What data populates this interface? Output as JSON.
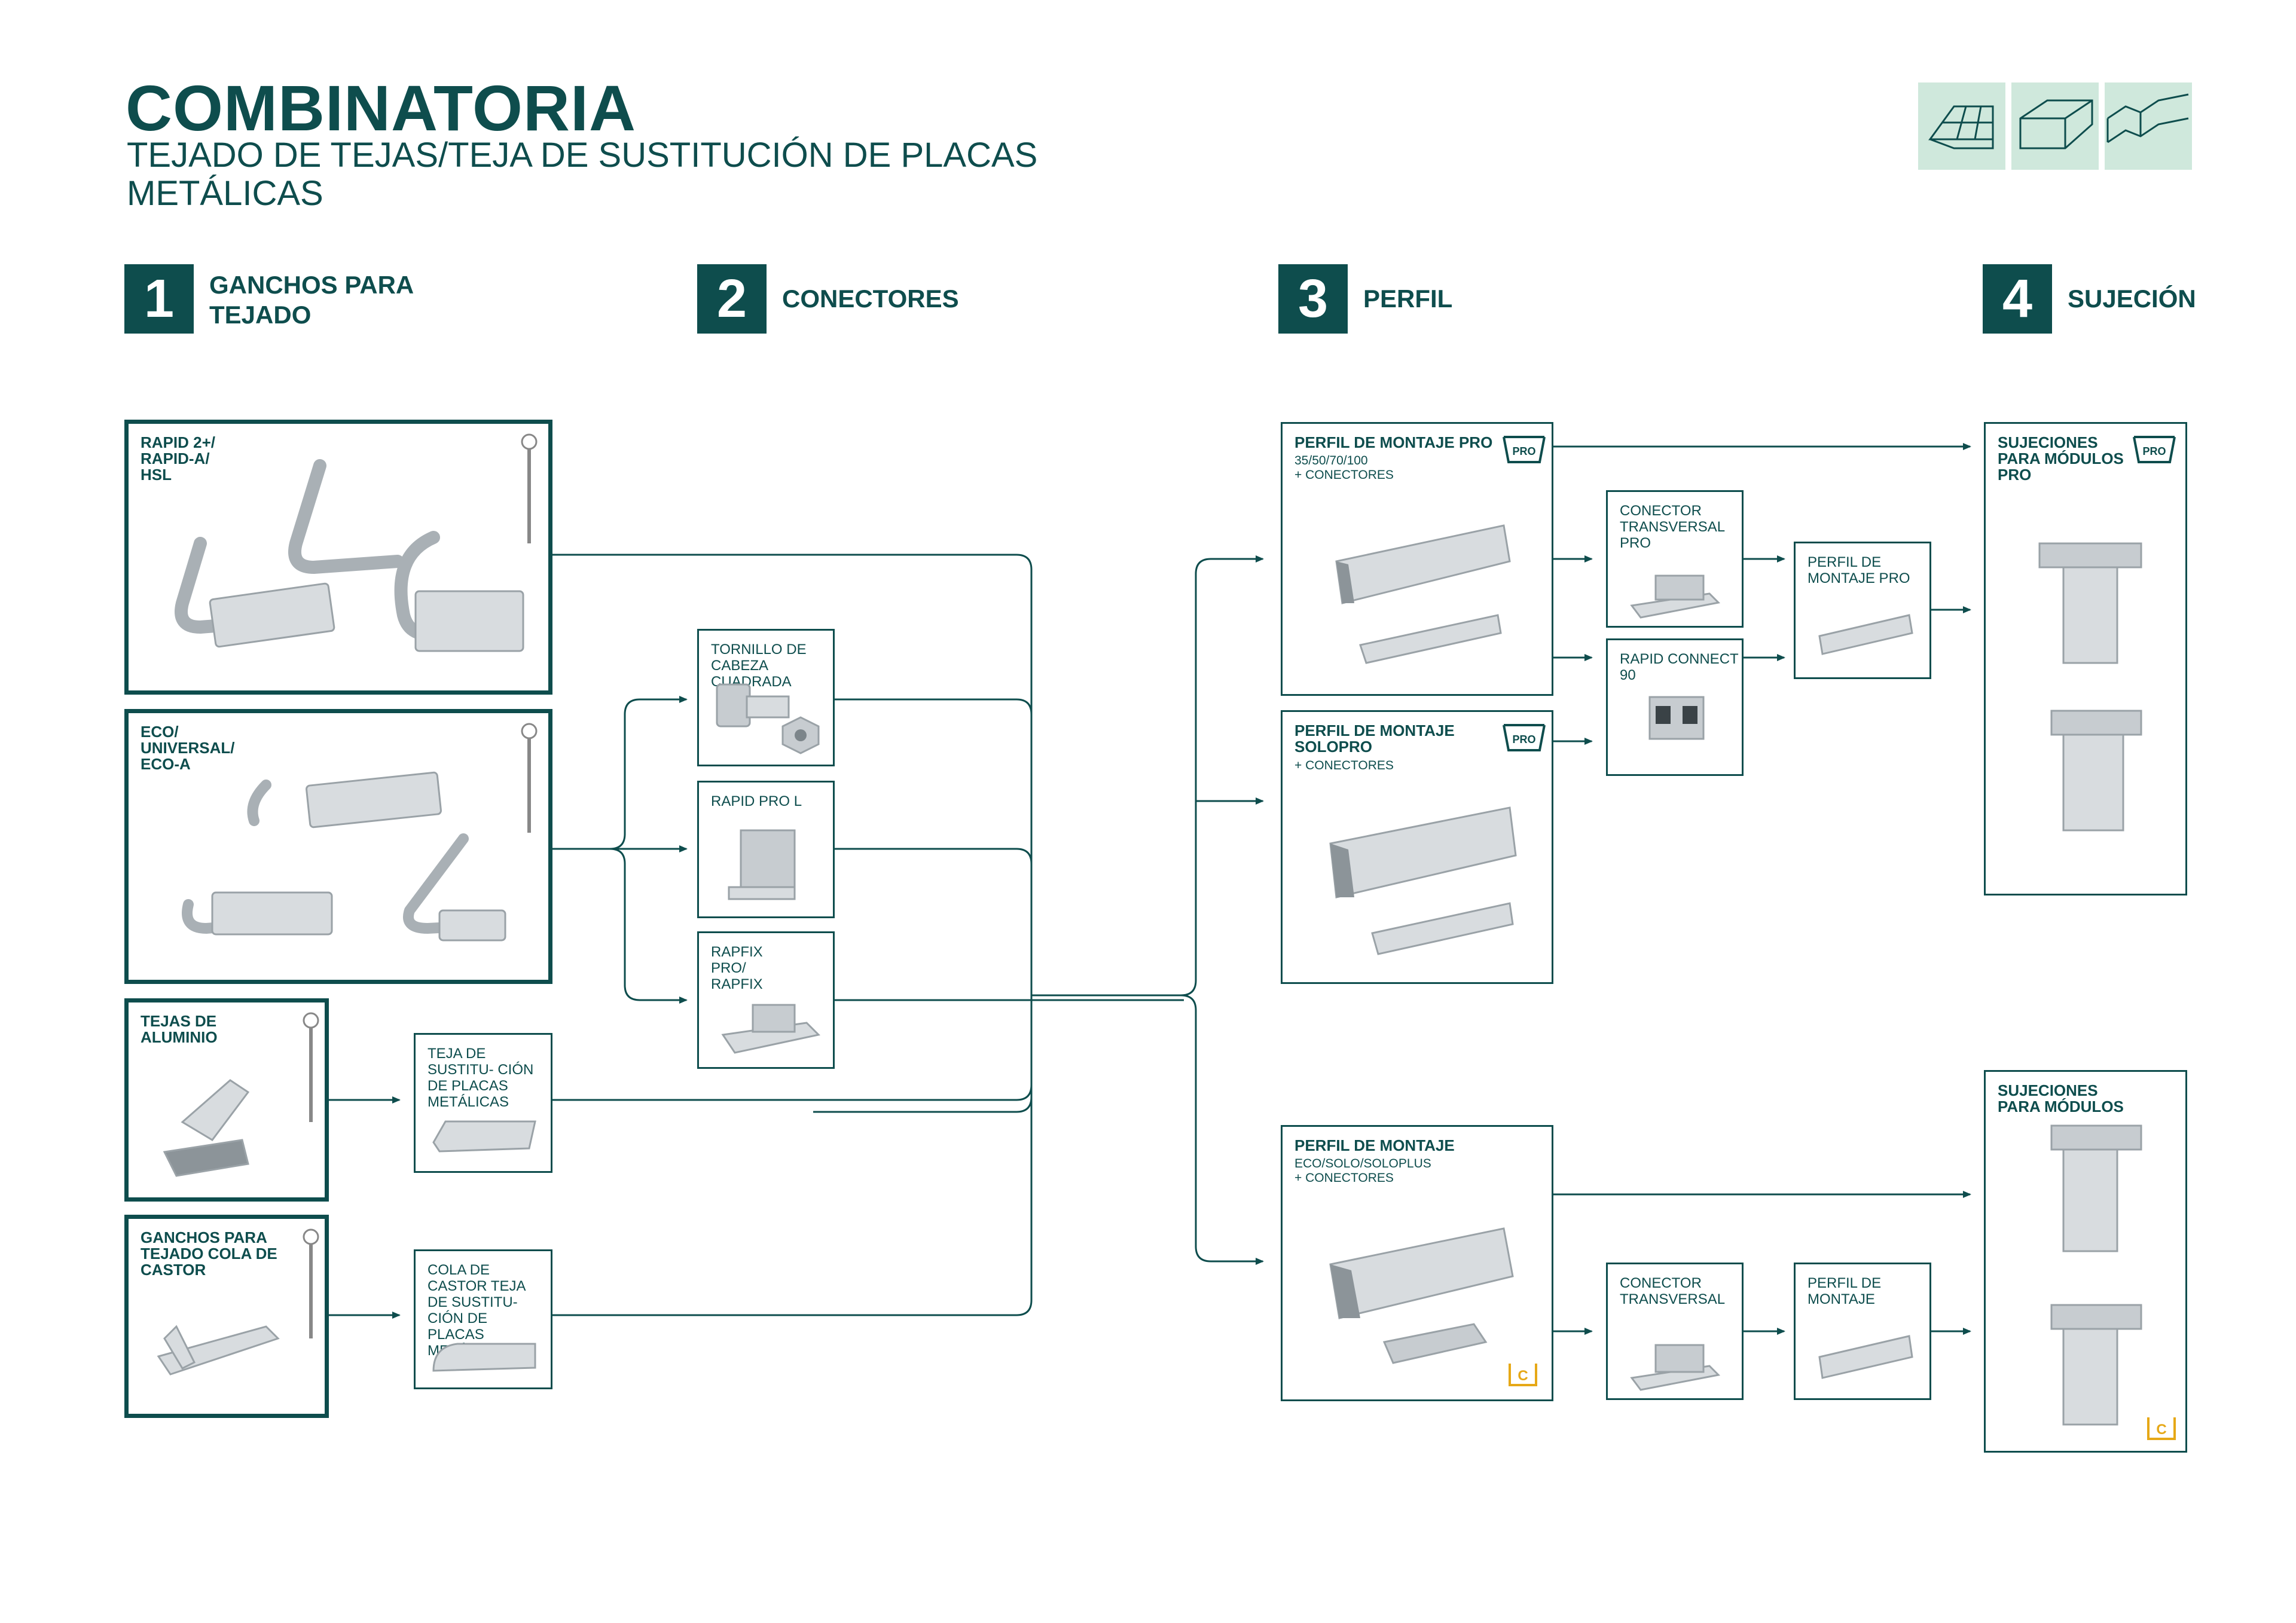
{
  "header": {
    "title": "COMBINATORIA",
    "subtitle": "TEJADO DE TEJAS/TEJA DE SUSTITUCIÓN DE PLACAS METÁLICAS"
  },
  "steps": [
    {
      "number": "1",
      "label": "GANCHOS PARA TEJADO"
    },
    {
      "number": "2",
      "label": "CONECTORES"
    },
    {
      "number": "3",
      "label": "PERFIL"
    },
    {
      "number": "4",
      "label": "SUJECIÓN"
    }
  ],
  "hooks": {
    "rapid": "RAPID 2+/ RAPID-A/ HSL",
    "eco": "ECO/ UNIVERSAL/ ECO-A",
    "aluminio": "TEJAS DE ALUMINIO",
    "castor": "GANCHOS PARA TEJADO COLA DE CASTOR"
  },
  "replacement": {
    "teja": "TEJA DE SUSTITU- CIÓN DE PLACAS METÁLICAS",
    "castor": "COLA DE CASTOR TEJA DE SUSTITU- CIÓN DE PLACAS METÁLICAS"
  },
  "connectors": {
    "tornillo": "TORNILLO DE CABEZA CUADRADA",
    "rapidprol": "RAPID PRO L",
    "rapfix": "RAPFIX PRO/ RAPFIX"
  },
  "profiles": {
    "pro_title": "PERFIL DE MONTAJE PRO",
    "pro_sub1": "35/50/70/100",
    "pro_sub2": "+ CONECTORES",
    "solopro_title": "PERFIL DE MONTAJE SOLOPRO",
    "solopro_sub": "+ CONECTORES",
    "eco_title": "PERFIL DE MONTAJE",
    "eco_sub1": "ECO/SOLO/SOLOPLUS",
    "eco_sub2": "+ CONECTORES"
  },
  "accessories": {
    "conector_pro": "CONECTOR TRANSVERSAL PRO",
    "rapid_connect": "RAPID CONNECT 90",
    "perfil_pro": "PERFIL DE MONTAJE PRO",
    "conector": "CONECTOR TRANSVERSAL",
    "perfil": "PERFIL DE MONTAJE"
  },
  "clamps": {
    "pro": "SUJECIONES PARA MÓDULOS PRO",
    "std": "SUJECIONES PARA MÓDULOS"
  },
  "badges": {
    "pro": "PRO",
    "c": "C"
  },
  "colors": {
    "primary": "#0e4d4d",
    "accent_yellow": "#e6a817",
    "icon_bg": "#cfe8dc",
    "metal": "#c7ccd0"
  }
}
